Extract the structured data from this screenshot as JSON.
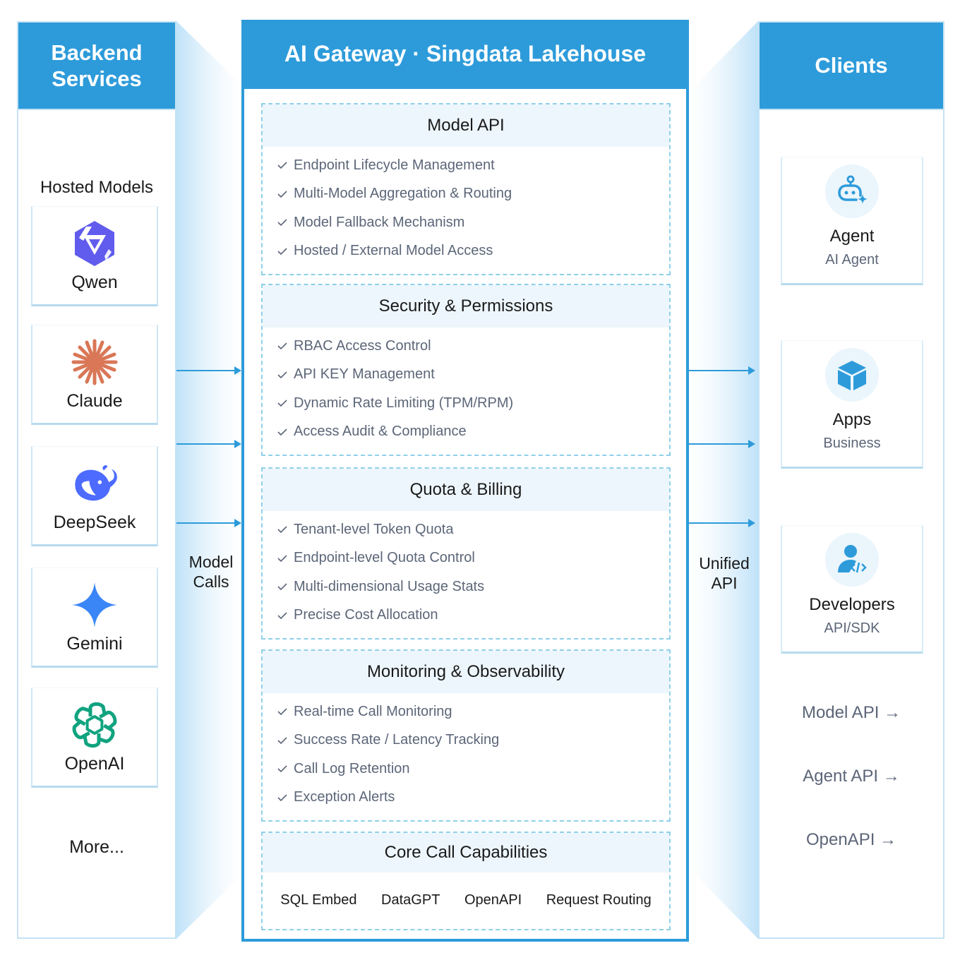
{
  "backend": {
    "title_line1": "Backend",
    "title_line2": "Services",
    "hosted_label": "Hosted Models",
    "models": [
      {
        "name": "Qwen",
        "icon": "qwen-logo-icon",
        "color": "#615ced"
      },
      {
        "name": "Claude",
        "icon": "claude-logo-icon",
        "color": "#d97757"
      },
      {
        "name": "DeepSeek",
        "icon": "deepseek-logo-icon",
        "color": "#4d6bfe"
      },
      {
        "name": "Gemini",
        "icon": "gemini-logo-icon",
        "color": "#3b86f7"
      },
      {
        "name": "OpenAI",
        "icon": "openai-logo-icon",
        "color": "#10a37f"
      }
    ],
    "more_label": "More..."
  },
  "flows": {
    "left_label_line1": "Model",
    "left_label_line2": "Calls",
    "right_label_line1": "Unified",
    "right_label_line2": "API"
  },
  "gateway": {
    "title": "AI Gateway · Singdata Lakehouse",
    "sections": [
      {
        "title": "Model API",
        "items": [
          "Endpoint Lifecycle Management",
          "Multi-Model Aggregation & Routing",
          "Model Fallback Mechanism",
          "Hosted / External Model Access"
        ]
      },
      {
        "title": "Security & Permissions",
        "items": [
          "RBAC Access Control",
          "API KEY Management",
          "Dynamic Rate Limiting (TPM/RPM)",
          "Access Audit & Compliance"
        ]
      },
      {
        "title": "Quota & Billing",
        "items": [
          "Tenant-level Token Quota",
          "Endpoint-level Quota Control",
          "Multi-dimensional Usage Stats",
          "Precise Cost Allocation"
        ]
      },
      {
        "title": "Monitoring & Observability",
        "items": [
          "Real-time Call Monitoring",
          "Success Rate / Latency Tracking",
          "Call Log Retention",
          "Exception Alerts"
        ]
      }
    ],
    "core": {
      "title": "Core Call Capabilities",
      "items": [
        "SQL Embed",
        "DataGPT",
        "OpenAPI",
        "Request Routing"
      ]
    }
  },
  "clients": {
    "title": "Clients",
    "cards": [
      {
        "name": "Agent",
        "subtitle": "AI Agent",
        "icon": "robot-icon"
      },
      {
        "name": "Apps",
        "subtitle": "Business",
        "icon": "cube-icon"
      },
      {
        "name": "Developers",
        "subtitle": "API/SDK",
        "icon": "developer-code-icon"
      }
    ],
    "api_links": [
      "Model API →",
      "Agent API →",
      "OpenAPI →"
    ]
  },
  "colors": {
    "accent": "#2d9bda",
    "panel_border": "#c5e2f5",
    "section_header_bg": "#edf6fc",
    "dashed_border": "#8fd0ea",
    "feature_text": "#5c6678"
  }
}
